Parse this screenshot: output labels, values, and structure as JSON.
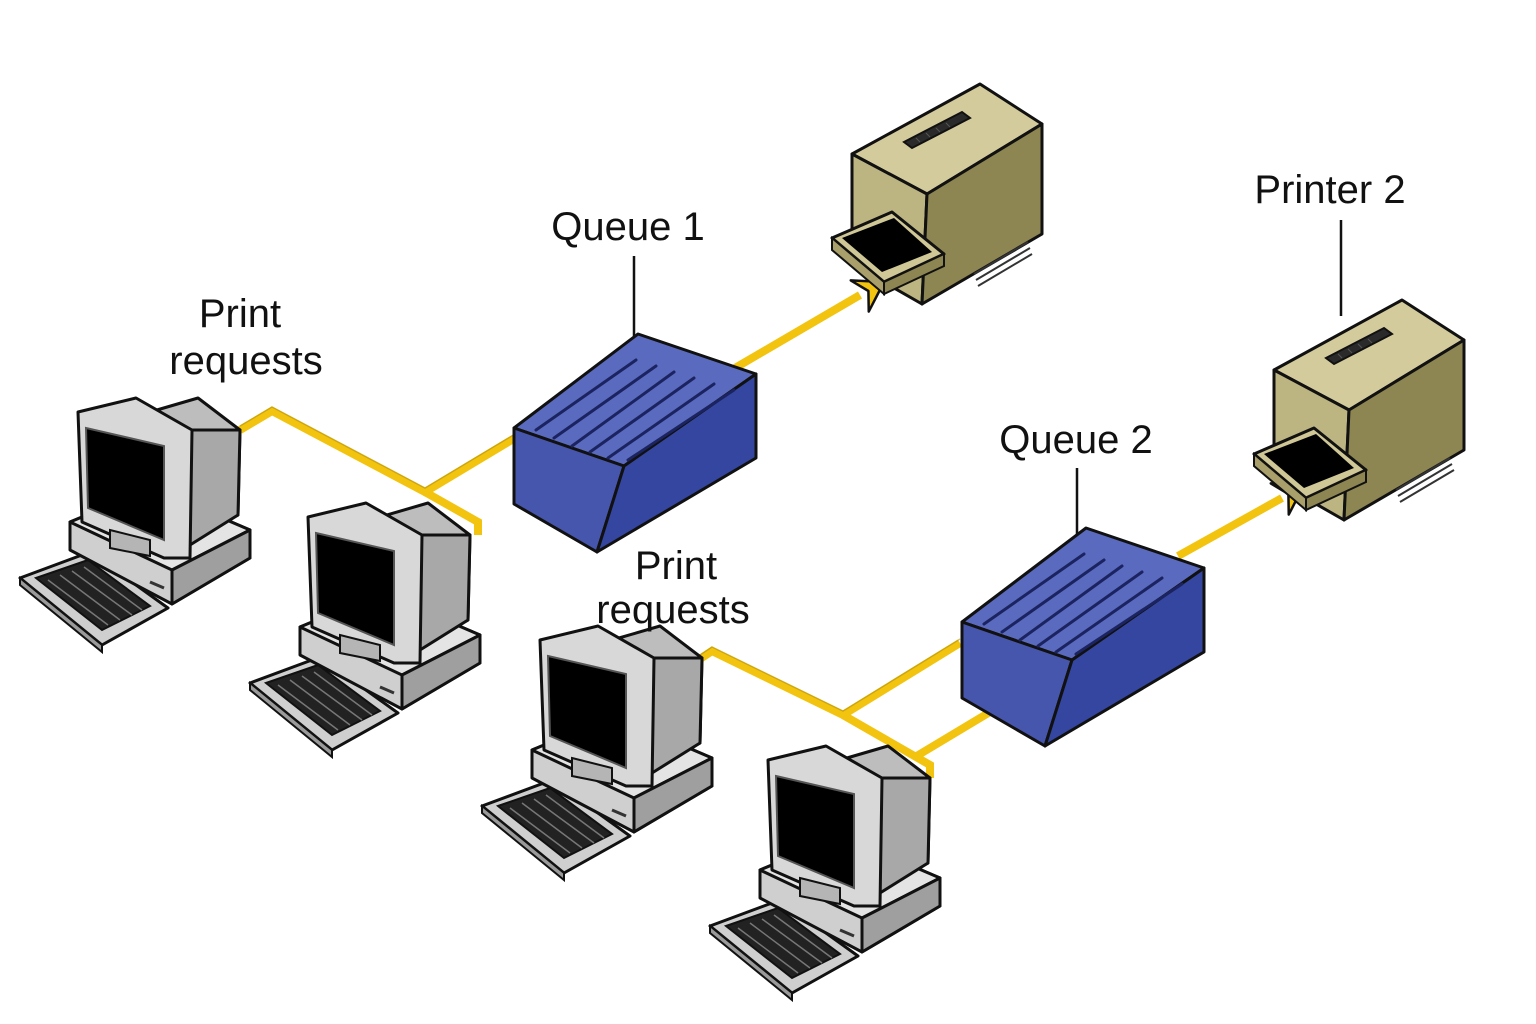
{
  "labels": {
    "queue1": "Queue 1",
    "queue2": "Queue 2",
    "printer2": "Printer 2",
    "requests1_line1": "Print",
    "requests1_line2": "requests",
    "requests2_line1": "Print",
    "requests2_line2": "requests"
  },
  "colors": {
    "connection": "#f2c40f",
    "queue_top": "#5a6bbf",
    "queue_front": "#4756ad",
    "queue_side": "#3446a0",
    "printer_top": "#d3cb9c",
    "printer_front": "#bdb581",
    "printer_side": "#8d8552",
    "computer": "#cfcfcf",
    "screen": "#000000"
  },
  "icons": {
    "computers": [
      "desktop-computer-icon",
      "desktop-computer-icon",
      "desktop-computer-icon",
      "desktop-computer-icon"
    ],
    "queues": [
      "server-queue-icon",
      "server-queue-icon"
    ],
    "printers": [
      "printer-icon",
      "printer-icon"
    ]
  }
}
